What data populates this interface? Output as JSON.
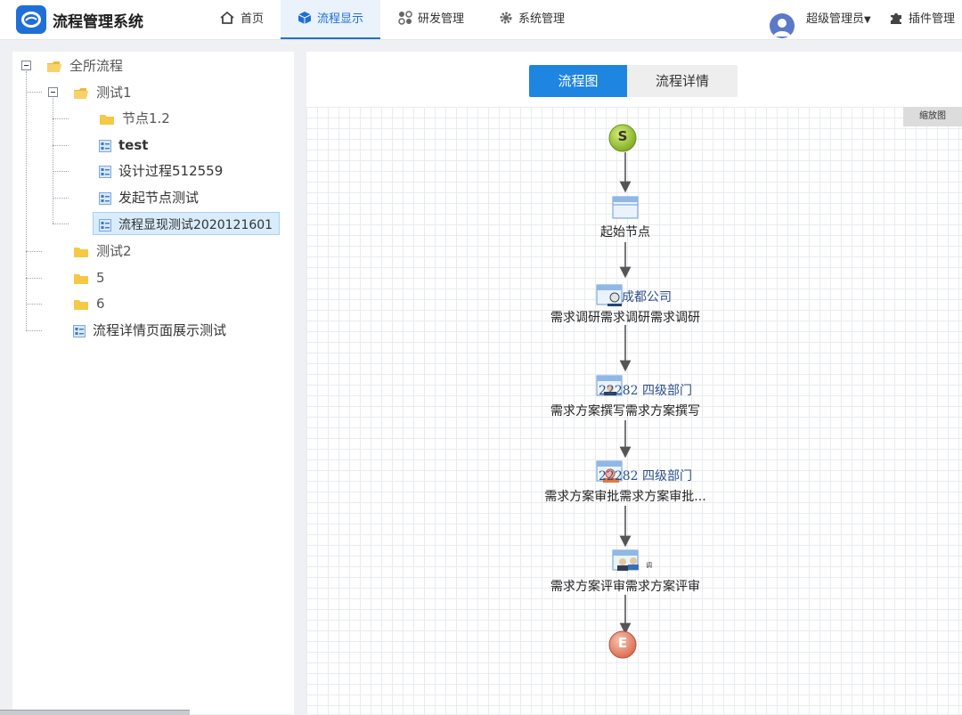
{
  "app": {
    "title": "流程管理系统"
  },
  "nav": [
    {
      "label": "首页",
      "icon": "home-icon"
    },
    {
      "label": "流程显示",
      "icon": "cube-icon",
      "active": true
    },
    {
      "label": "研发管理",
      "icon": "apps-icon"
    },
    {
      "label": "系统管理",
      "icon": "gear-icon"
    }
  ],
  "user": {
    "name": "超级管理员",
    "plugin_label": "插件管理"
  },
  "tree": {
    "root": "全所流程",
    "items": [
      {
        "label": "测试1"
      },
      {
        "label": "节点1.2"
      },
      {
        "label": "test"
      },
      {
        "label": "设计过程512559"
      },
      {
        "label": "发起节点测试"
      },
      {
        "label": "流程显现测试2020121601",
        "selected": true
      },
      {
        "label": "测试2"
      },
      {
        "label": "5"
      },
      {
        "label": "6"
      },
      {
        "label": "流程详情页面展示测试"
      }
    ]
  },
  "tabs": [
    {
      "label": "流程图",
      "active": true
    },
    {
      "label": "流程详情"
    }
  ],
  "canvas": {
    "zoom_label": "缩放图"
  },
  "flow": {
    "start": "S",
    "end": "E",
    "nodes": [
      {
        "label": "起始节点"
      },
      {
        "dept": "成都公司",
        "label": "需求调研需求调研需求调研"
      },
      {
        "dept": "22282 四级部门",
        "label": "需求方案撰写需求方案撰写"
      },
      {
        "dept": "22282 四级部门",
        "label": "需求方案审批需求方案审批..."
      },
      {
        "badge": "调",
        "label": "需求方案评审需求方案评审"
      }
    ]
  },
  "colors": {
    "accent": "#1e85e0",
    "start_node": "#8cbf2a",
    "end_node": "#e27a5e"
  }
}
